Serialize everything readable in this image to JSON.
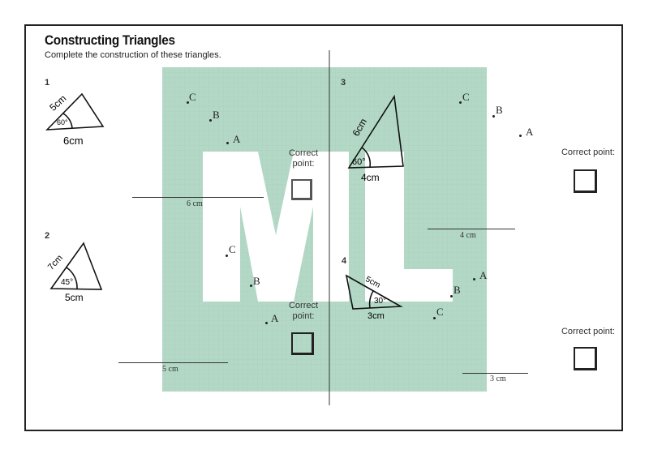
{
  "title": "Constructing Triangles",
  "subtitle": "Complete the construction of these triangles.",
  "correct_point_label": "Correct point:",
  "colors": {
    "watermark": "#b3d8c6",
    "ink": "#222222"
  },
  "watermark_text": "ML",
  "points": {
    "A": "A",
    "B": "B",
    "C": "C"
  },
  "questions": [
    {
      "number": "1",
      "side1": "5cm",
      "angle": "60°",
      "side2": "6cm",
      "line_label": "6 cm"
    },
    {
      "number": "2",
      "side1": "7cm",
      "angle": "45°",
      "side2": "5cm",
      "line_label": "5 cm"
    },
    {
      "number": "3",
      "side1": "6cm",
      "angle": "60°",
      "side2": "4cm",
      "line_label": "4 cm"
    },
    {
      "number": "4",
      "side1": "5cm",
      "angle": "30°",
      "side2": "3cm",
      "line_label": "3 cm"
    }
  ]
}
